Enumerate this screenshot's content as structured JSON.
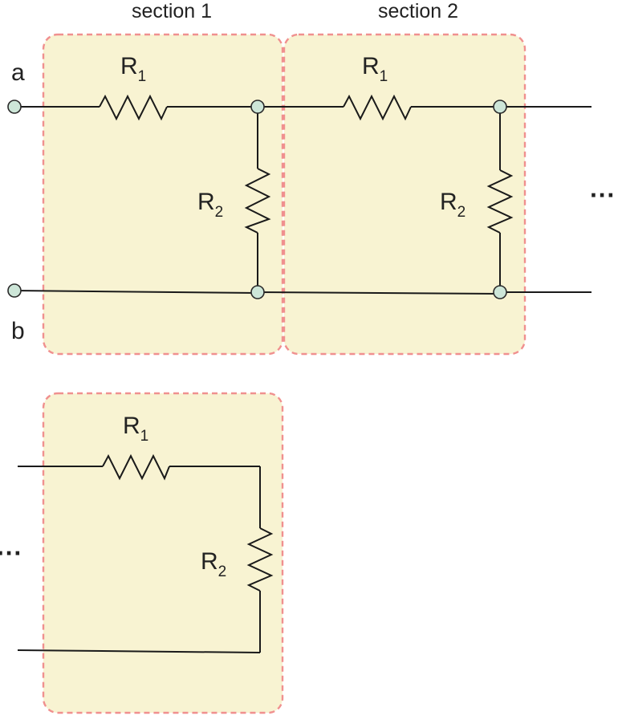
{
  "colors": {
    "section_fill": "#f8f3d2",
    "section_border": "#f0908f",
    "node_fill": "#cde6d8",
    "wire": "#1a1a1a"
  },
  "sections": [
    {
      "title": "section 1"
    },
    {
      "title": "section 2"
    }
  ],
  "terminals": {
    "a": "a",
    "b": "b"
  },
  "resistors": {
    "r1": {
      "symbol": "R",
      "subscript": "1"
    },
    "r2": {
      "symbol": "R",
      "subscript": "2"
    }
  },
  "continuation": "···"
}
